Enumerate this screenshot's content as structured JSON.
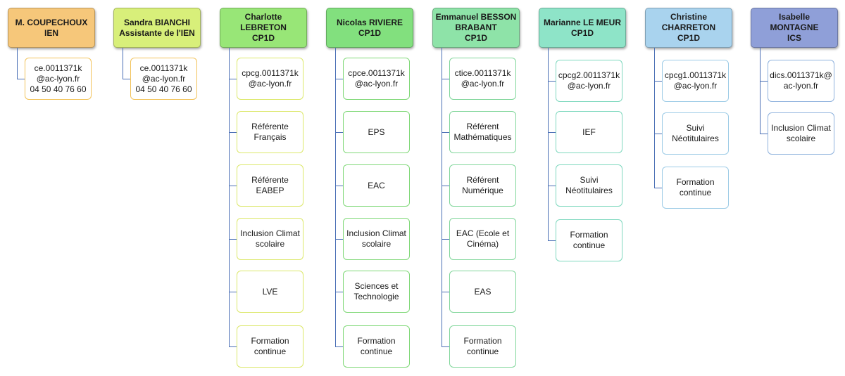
{
  "colors": {
    "connector": "#4a6fb5",
    "orange_header": "#f6c77a",
    "yellow_green_header": "#d8ef7a",
    "green_header": "#8fe388",
    "teal_header": "#8ee4c8",
    "blue_header": "#a9d3ee",
    "purple_header": "#8f9fd8"
  },
  "columns": [
    {
      "name": "M. COUPECHOUX",
      "role": "IEN",
      "header_color": "#f6c77a",
      "card_border": "#f2c35a",
      "cards": [
        "ce.0011371k\n@ac-lyon.fr\n04 50 40 76 60"
      ]
    },
    {
      "name": "Sandra BIANCHI",
      "role": "Assistante de l'IEN",
      "header_color": "#d8ef7a",
      "card_border": "#f2c35a",
      "cards": [
        "ce.0011371k\n@ac-lyon.fr\n04 50 40 76 60"
      ]
    },
    {
      "name": "Charlotte LEBRETON",
      "role": "CP1D",
      "header_color": "#98e677",
      "card_border": "#dce86a",
      "cards": [
        "cpcg.0011371k\n@ac-lyon.fr",
        "Référente\nFrançais",
        "Référente\nEABEP",
        "Inclusion Climat\nscolaire",
        "LVE",
        "Formation\ncontinue"
      ]
    },
    {
      "name": "Nicolas RIVIERE",
      "role": "CP1D",
      "header_color": "#82e07e",
      "card_border": "#7fd877",
      "cards": [
        "cpce.0011371k\n@ac-lyon.fr",
        "EPS",
        "EAC",
        "Inclusion Climat\nscolaire",
        "Sciences et\nTechnologie",
        "Formation\ncontinue"
      ]
    },
    {
      "name": "Emmanuel BESSON\nBRABANT",
      "role": "CP1D",
      "header_color": "#8ee3a8",
      "card_border": "#80d69a",
      "cards": [
        "ctice.0011371k\n@ac-lyon.fr",
        "Référent\nMathématiques",
        "Référent\nNumérique",
        "EAC (Ecole et\nCinéma)",
        "EAS",
        "Formation\ncontinue"
      ]
    },
    {
      "name": "Marianne LE MEUR",
      "role": "CP1D",
      "header_color": "#8ee4c8",
      "card_border": "#7ed8be",
      "cards": [
        "cpcg2.0011371k\n@ac-lyon.fr",
        "IEF",
        "Suivi\nNéotitulaires",
        "Formation\ncontinue"
      ]
    },
    {
      "name": "Christine\nCHARRETON",
      "role": "CP1D",
      "header_color": "#a9d3ee",
      "card_border": "#9ccbe6",
      "cards": [
        "cpcg1.0011371k\n@ac-lyon.fr",
        "Suivi\nNéotitulaires",
        "Formation\ncontinue"
      ]
    },
    {
      "name": "Isabelle MONTAGNE",
      "role": "ICS",
      "header_color": "#8f9fd8",
      "card_border": "#8fb2dd",
      "cards": [
        "dics.0011371k@\nac-lyon.fr",
        "Inclusion Climat\nscolaire"
      ]
    }
  ]
}
